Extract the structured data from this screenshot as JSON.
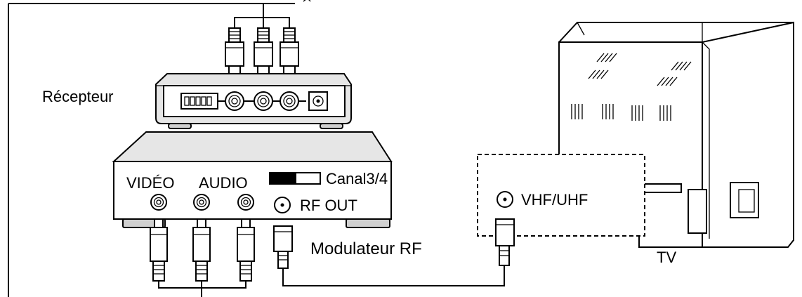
{
  "labels": {
    "receiver": "Récepteur",
    "video": "VIDÉO",
    "audio": "AUDIO",
    "channel": "Canal3/4",
    "rf_out": "RF OUT",
    "modulator": "Modulateur RF",
    "vhf_uhf": "VHF/UHF",
    "tv": "TV"
  }
}
